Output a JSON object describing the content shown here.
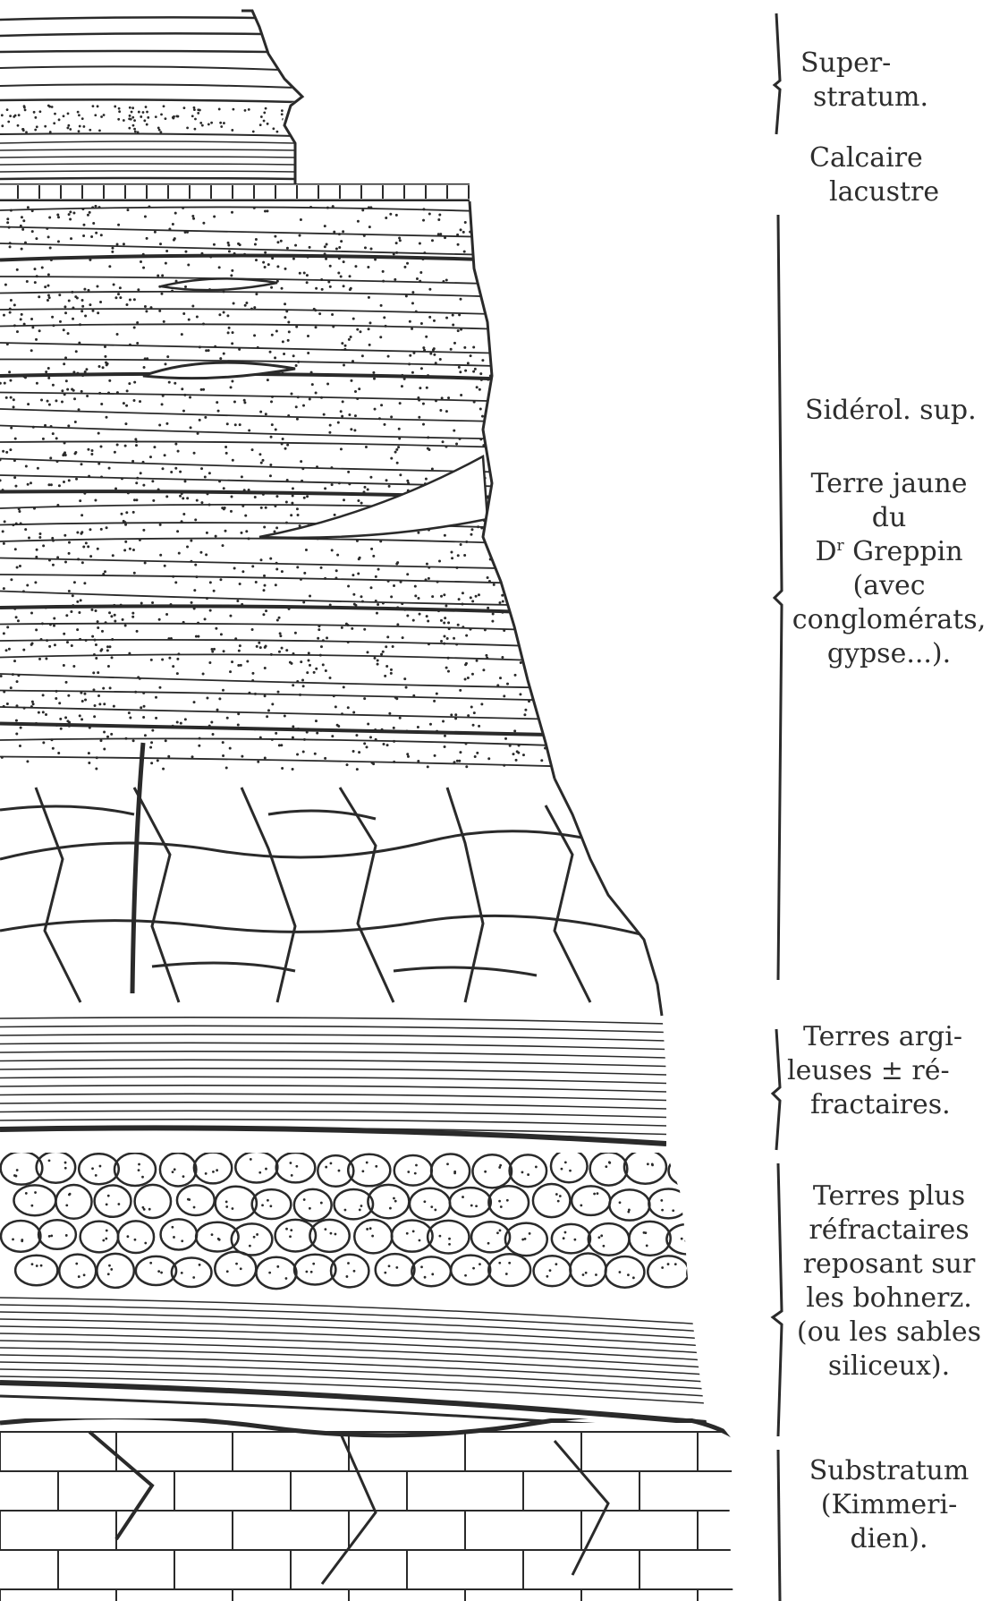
{
  "labels": {
    "superstratum": [
      "Super-",
      "stratum."
    ],
    "calcaire": [
      "Calcaire",
      "lacustre"
    ],
    "siderol": "Sidérol. sup.",
    "terre_jaune": {
      "line1": "Terre jaune",
      "line2": "du",
      "line3_prefix": "D",
      "line3_sup": "r",
      "line3_rest": " Greppin",
      "line4": "(avec",
      "line5": "conglomérats,",
      "line6": "gypse...)."
    },
    "terres_argileuses": [
      "Terres argi-",
      "leuses ± ré-",
      "fractaires."
    ],
    "terres_plus": [
      "Terres plus",
      "réfractaires",
      "reposant sur",
      "les bohnerz.",
      "(ou les sables",
      "siliceux)."
    ],
    "substratum": [
      "Substratum",
      "(Kimmeri-",
      "dien)."
    ]
  },
  "colors": {
    "ink": "#2a2a2a",
    "paper": "#ffffff"
  }
}
